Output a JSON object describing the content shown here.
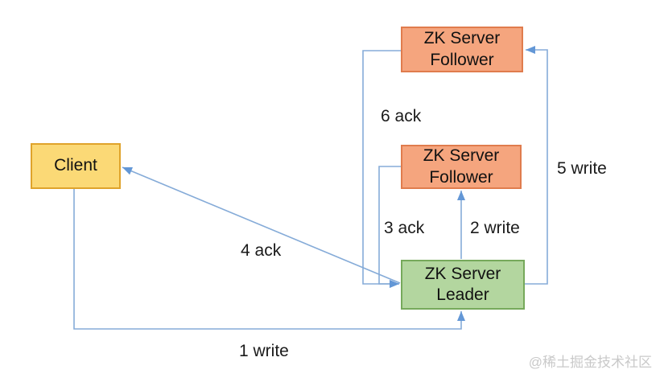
{
  "diagram": {
    "title_implicit": "ZooKeeper write flow",
    "nodes": {
      "client": {
        "label": "Client"
      },
      "follower_top": {
        "label": "ZK Server Follower"
      },
      "follower_mid": {
        "label": "ZK Server Follower"
      },
      "leader": {
        "label": "ZK Server Leader"
      }
    },
    "edges": {
      "write1": {
        "label": "1 write",
        "from": "client",
        "to": "leader"
      },
      "write2": {
        "label": "2 write",
        "from": "leader",
        "to": "follower_mid"
      },
      "ack3": {
        "label": "3 ack",
        "from": "follower_mid",
        "to": "leader"
      },
      "ack4": {
        "label": "4 ack",
        "from": "leader",
        "to": "client"
      },
      "write5": {
        "label": "5 write",
        "from": "leader",
        "to": "follower_top"
      },
      "ack6": {
        "label": "6 ack",
        "from": "follower_top",
        "to": "leader"
      }
    },
    "colors": {
      "client_fill": "#FBD976",
      "client_border": "#DFA32B",
      "follower_fill": "#F5A57E",
      "follower_border": "#E07C4D",
      "leader_fill": "#B3D69F",
      "leader_border": "#76A95B",
      "arrow": "#85ABD8",
      "arrowhead": "#6397D6",
      "label_color": "#1a1a1a",
      "watermark_color": "#C9C9C9"
    }
  },
  "watermark": "@稀土掘金技术社区"
}
